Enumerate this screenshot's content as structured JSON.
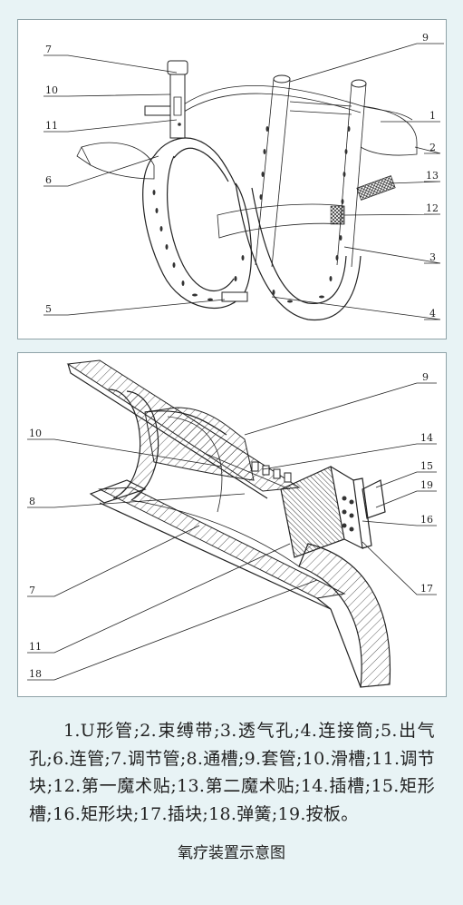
{
  "figure1": {
    "labels": [
      "7",
      "9",
      "10",
      "1",
      "11",
      "2",
      "6",
      "13",
      "12",
      "3",
      "5",
      "4"
    ]
  },
  "figure2": {
    "labels": [
      "9",
      "10",
      "14",
      "15",
      "8",
      "19",
      "16",
      "7",
      "17",
      "11",
      "18"
    ]
  },
  "caption": "1.U形管;2.束缚带;3.透气孔;4.连接筒;5.出气孔;6.连管;7.调节管;8.通槽;9.套管;10.滑槽;11.调节块;12.第一魔术贴;13.第二魔术贴;14.插槽;15.矩形槽;16.矩形块;17.插块;18.弹簧;19.按板。",
  "title": "氧疗装置示意图"
}
